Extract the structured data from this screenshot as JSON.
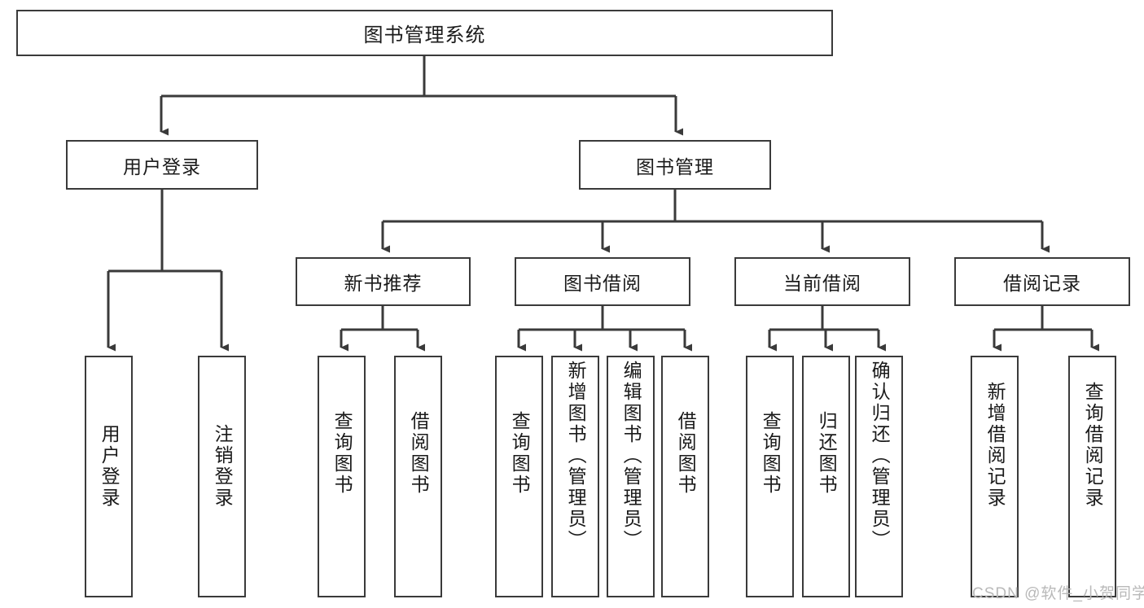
{
  "diagram": {
    "type": "tree",
    "title": "图书管理系统",
    "root": {
      "label": "图书管理系统"
    },
    "level2": [
      {
        "label": "用户登录"
      },
      {
        "label": "图书管理"
      }
    ],
    "level3": [
      {
        "label": "新书推荐"
      },
      {
        "label": "图书借阅"
      },
      {
        "label": "当前借阅"
      },
      {
        "label": "借阅记录"
      }
    ],
    "leaves": {
      "user_login": [
        {
          "label": "用户登录"
        },
        {
          "label": "注销登录"
        }
      ],
      "new_book": [
        {
          "label": "查询图书"
        },
        {
          "label": "借阅图书"
        }
      ],
      "book_borrow": [
        {
          "label": "查询图书"
        },
        {
          "label": "新增图书（管理员）"
        },
        {
          "label": "编辑图书（管理员）"
        },
        {
          "label": "借阅图书"
        }
      ],
      "current_borrow": [
        {
          "label": "查询图书"
        },
        {
          "label": "归还图书"
        },
        {
          "label": "确认归还（管理员）"
        }
      ],
      "borrow_record": [
        {
          "label": "新增借阅记录"
        },
        {
          "label": "查询借阅记录"
        }
      ]
    }
  },
  "watermark": {
    "text": "CSDN @软件_小贺同学"
  },
  "colors": {
    "border": "#3a3a3a",
    "text": "#1a1a1a",
    "background": "#ffffff",
    "watermark": "#b9b9b9"
  }
}
